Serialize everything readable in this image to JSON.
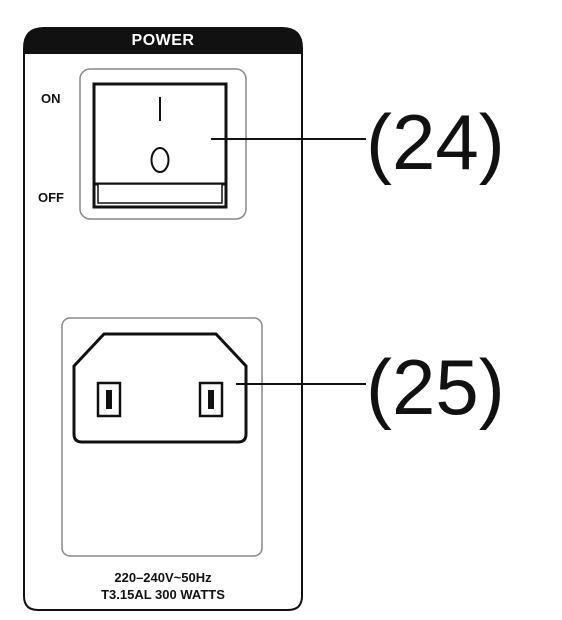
{
  "panel": {
    "title": "POWER",
    "switch_on_label": "ON",
    "switch_off_label": "OFF",
    "switch_symbol_on": "I",
    "switch_symbol_off": "O",
    "rating_line1": "220–240V~50Hz",
    "rating_line2": "T3.15AL 300 WATTS"
  },
  "callouts": {
    "switch": "(24)",
    "inlet": "(25)"
  }
}
